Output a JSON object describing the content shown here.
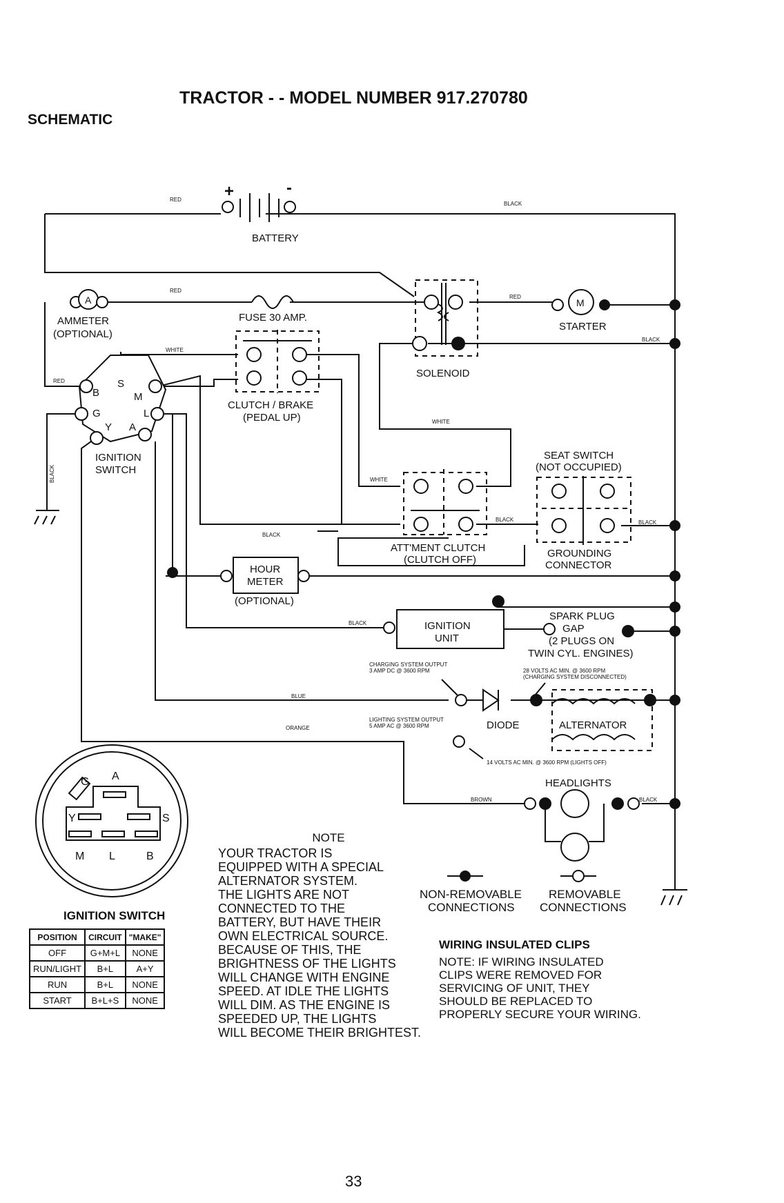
{
  "header": {
    "title": "TRACTOR - - MODEL NUMBER 917.270780",
    "section": "SCHEMATIC"
  },
  "wire_colors": {
    "red1": "RED",
    "black1": "BLACK",
    "red2": "RED",
    "red3": "RED",
    "red4": "RED",
    "white1": "WHITE",
    "black_starter": "BLACK",
    "black_left": "BLACK",
    "white2": "WHITE",
    "white3": "WHITE",
    "black_clutch": "BLACK",
    "black_seat1": "BLACK",
    "black_seat2": "BLACK",
    "black_ign": "BLACK",
    "blue": "BLUE",
    "orange": "ORANGE",
    "brown": "BROWN",
    "black_head": "BLACK"
  },
  "components": {
    "battery": "BATTERY",
    "battery_plus": "+",
    "battery_minus": "-",
    "ammeter_symbol": "A",
    "ammeter": "AMMETER",
    "ammeter_opt": "(OPTIONAL)",
    "fuse": "FUSE 30 AMP.",
    "starter_symbol": "M",
    "starter": "STARTER",
    "solenoid": "SOLENOID",
    "clutch_brake": "CLUTCH / BRAKE",
    "clutch_brake_sub": "(PEDAL UP)",
    "ignition_switch_line1": "IGNITION",
    "ignition_switch_line2": "SWITCH",
    "term_s": "S",
    "term_b": "B",
    "term_m": "M",
    "term_g": "G",
    "term_l": "L",
    "term_y": "Y",
    "term_a": "A",
    "seat_switch": "SEAT SWITCH",
    "seat_switch_sub": "(NOT OCCUPIED)",
    "attment_clutch": "ATT'MENT CLUTCH",
    "attment_clutch_sub": "(CLUTCH OFF)",
    "grounding1": "GROUNDING",
    "grounding2": "CONNECTOR",
    "hour1": "HOUR",
    "hour2": "METER",
    "hour_opt": "(OPTIONAL)",
    "ign_unit1": "IGNITION",
    "ign_unit2": "UNIT",
    "spark1": "SPARK PLUG",
    "spark2": "GAP",
    "spark3": "(2 PLUGS ON",
    "spark4": "TWIN CYL. ENGINES)",
    "charge1": "CHARGING SYSTEM OUTPUT",
    "charge2": "3 AMP DC @ 3600 RPM",
    "volts28_1": "28 VOLTS AC MIN. @ 3600 RPM",
    "volts28_2": "(CHARGING SYSTEM DISCONNECTED)",
    "light1": "LIGHTING SYSTEM OUTPUT",
    "light2": "5 AMP AC @ 3600 RPM",
    "diode": "DIODE",
    "alternator": "ALTERNATOR",
    "volts14": "14 VOLTS AC MIN. @ 3600 RPM (LIGHTS OFF)",
    "headlights": "HEADLIGHTS",
    "nonrem1": "NON-REMOVABLE",
    "nonrem2": "CONNECTIONS",
    "rem1": "REMOVABLE",
    "rem2": "CONNECTIONS"
  },
  "plug": {
    "g": "G",
    "a": "A",
    "y": "Y",
    "s": "S",
    "m": "M",
    "l": "L",
    "b": "B"
  },
  "ignition_table": {
    "caption": "IGNITION SWITCH",
    "headers": [
      "POSITION",
      "CIRCUIT",
      "\"MAKE\""
    ],
    "rows": [
      [
        "OFF",
        "G+M+L",
        "NONE"
      ],
      [
        "RUN/LIGHT",
        "B+L",
        "A+Y"
      ],
      [
        "RUN",
        "B+L",
        "NONE"
      ],
      [
        "START",
        "B+L+S",
        "NONE"
      ]
    ]
  },
  "note": {
    "title": "NOTE",
    "lines": [
      "YOUR TRACTOR IS",
      "EQUIPPED WITH A SPECIAL",
      "ALTERNATOR SYSTEM.",
      "THE LIGHTS ARE NOT",
      "CONNECTED TO THE",
      "BATTERY, BUT HAVE THEIR",
      "OWN ELECTRICAL SOURCE.",
      "BECAUSE OF THIS, THE",
      "BRIGHTNESS OF THE LIGHTS",
      "WILL CHANGE WITH ENGINE",
      "SPEED. AT IDLE THE LIGHTS",
      "WILL DIM. AS THE ENGINE IS",
      "SPEEDED UP, THE LIGHTS",
      "WILL BECOME THEIR BRIGHTEST."
    ]
  },
  "clips": {
    "title": "WIRING INSULATED CLIPS",
    "lines": [
      "NOTE: IF WIRING INSULATED",
      "CLIPS WERE REMOVED FOR",
      "SERVICING OF UNIT, THEY",
      "SHOULD BE REPLACED TO",
      "PROPERLY SECURE YOUR WIRING."
    ]
  },
  "page_number": "33"
}
